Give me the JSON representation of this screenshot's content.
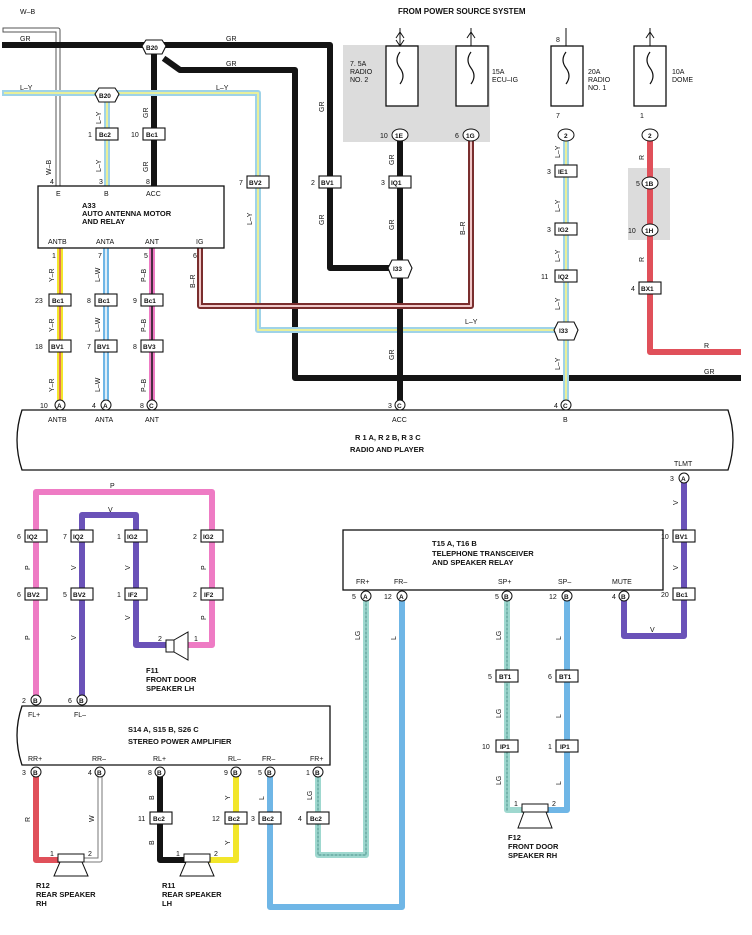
{
  "header": {
    "power_source": "FROM POWER SOURCE SYSTEM"
  },
  "fuses": [
    {
      "id": "radio2",
      "label1": "7. 5A",
      "label2": "RADIO",
      "label3": "NO. 2"
    },
    {
      "id": "ecuig",
      "label1": "15A",
      "label2": "ECU–IG",
      "label3": ""
    },
    {
      "id": "radio1",
      "label1": "20A",
      "label2": "RADIO",
      "label3": "NO. 1"
    },
    {
      "id": "dome",
      "label1": "10A",
      "label2": "DOME",
      "label3": ""
    }
  ],
  "junctions": {
    "b20_top": "B20",
    "b20_mid": "B20",
    "i33_a": "I33",
    "i33_b": "I33"
  },
  "antenna_relay": {
    "id": "A33",
    "line1": "AUTO ANTENNA MOTOR",
    "line2": "AND RELAY",
    "pins_top": [
      "E",
      "B",
      "ACC"
    ],
    "pins_bottom": [
      "ANTB",
      "ANTA",
      "ANT",
      "IG"
    ]
  },
  "radio_player": {
    "line1_prefix": "R 1",
    "a": "A",
    "sep1": ", R 2",
    "b": "B",
    "sep2": ", R 3",
    "c": "C",
    "line2": "RADIO AND PLAYER",
    "pins": [
      "ANTB",
      "ANTA",
      "ANT",
      "ACC",
      "B"
    ]
  },
  "telephone": {
    "line1_prefix": "T15",
    "a": "A",
    "sep": ", T16",
    "b": "B",
    "line2": "TELEPHONE TRANSCEIVER",
    "line3": "AND SPEAKER RELAY",
    "pins": [
      "FR+",
      "FR–",
      "SP+",
      "SP–",
      "MUTE"
    ],
    "tlmt": "TLMT"
  },
  "amplifier": {
    "line1_prefix": "S14",
    "a": "A",
    "sep1": ", S15",
    "b": "B",
    "sep2": ", S26",
    "c": "C",
    "line2": "STEREO POWER AMPLIFIER",
    "pins_top": [
      "FL+",
      "FL–"
    ],
    "pins_bottom": [
      "RR+",
      "RR–",
      "RL+",
      "RL–",
      "FR–",
      "FR+"
    ]
  },
  "speakers": [
    {
      "id": "F11",
      "l1": "F11",
      "l2": "FRONT DOOR",
      "l3": "SPEAKER LH"
    },
    {
      "id": "F12",
      "l1": "F12",
      "l2": "FRONT DOOR",
      "l3": "SPEAKER RH"
    },
    {
      "id": "R12",
      "l1": "R12",
      "l2": "REAR SPEAKER",
      "l3": "RH"
    },
    {
      "id": "R11",
      "l1": "R11",
      "l2": "REAR SPEAKER",
      "l3": "LH"
    }
  ],
  "connectors": {
    "bc2_b": "Bc2",
    "bc1_acc": "Bc1",
    "bv2_ly": "BV2",
    "bv1_gr": "BV1",
    "iq1": "IQ1",
    "ie1": "IE1",
    "ig2_top": "IG2",
    "iq2_top": "IQ2",
    "bx1": "BX1",
    "bc1_a": "Bc1",
    "bc1_b": "Bc1",
    "bc1_c": "Bc1",
    "bv1_a": "BV1",
    "bv1_b": "BV1",
    "bv3": "BV3",
    "iq2_p": "IQ2",
    "iq2_v": "IQ2",
    "ig2_v": "IG2",
    "ig2_p": "IG2",
    "bv2_p": "BV2",
    "bv2_v": "BV2",
    "if2_v": "IF2",
    "if2_p": "IF2",
    "bt1_a": "BT1",
    "bt1_b": "BT1",
    "ip1_a": "IP1",
    "ip1_b": "IP1",
    "bv1_mute": "BV1",
    "bc1_mute": "Bc1",
    "bc2_rl1": "Bc2",
    "bc2_rl2": "Bc2",
    "bc2_fr1": "Bc2",
    "bc2_fr2": "Bc2"
  },
  "pin_numbers": {
    "fuse_r2_out": "1E",
    "fuse_ecu_out": "1G",
    "fuse_r1_out": "2",
    "fuse_dome_out": "2",
    "dome_1b": "1B",
    "dome_1h": "1H"
  },
  "wire_labels": {
    "wb": "W–B",
    "gr": "GR",
    "ly": "L–Y",
    "br": "B–R",
    "yr": "Y–R",
    "lw": "L–W",
    "pb": "P–B",
    "p": "P",
    "v": "V",
    "lg": "LG",
    "l": "L",
    "r": "R",
    "w": "W",
    "b": "B",
    "y": "Y"
  },
  "colors": {
    "black": "#141414",
    "gray": "#9a9a9a",
    "ly_blue": "#9fd3e8",
    "ly_yellow": "#e8ef9a",
    "red": "#e0505a",
    "brown": "#7a2e2e",
    "pink": "#ee7bc4",
    "violet": "#6a52b8",
    "yellow": "#f2e62a",
    "lightblue": "#6fb6e6",
    "lightgreen": "#9fd8cf",
    "fusebox_shade": "#d8d8d8"
  }
}
